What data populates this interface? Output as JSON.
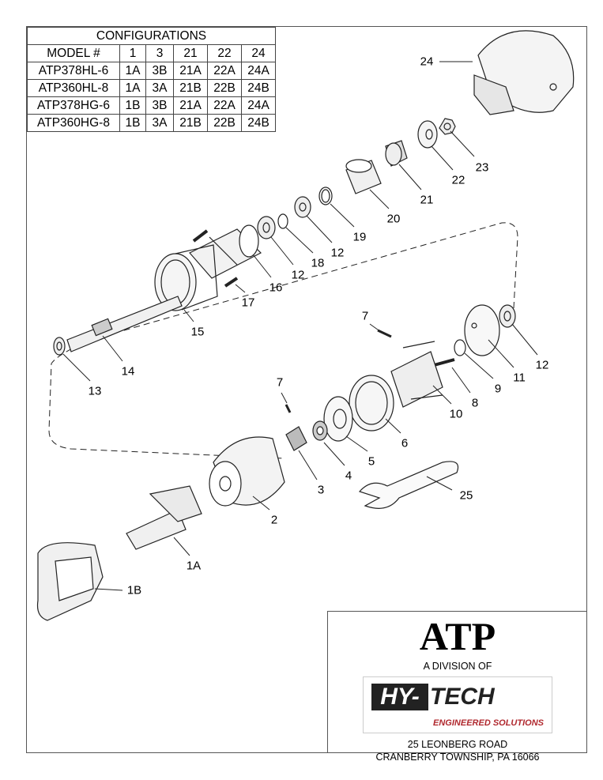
{
  "configurations": {
    "title": "CONFIGURATIONS",
    "headers": [
      "MODEL #",
      "1",
      "3",
      "21",
      "22",
      "24"
    ],
    "rows": [
      [
        "ATP378HL-6",
        "1A",
        "3B",
        "21A",
        "22A",
        "24A"
      ],
      [
        "ATP360HL-8",
        "1A",
        "3A",
        "21B",
        "22B",
        "24B"
      ],
      [
        "ATP378HG-6",
        "1B",
        "3B",
        "21A",
        "22A",
        "24A"
      ],
      [
        "ATP360HG-8",
        "1B",
        "3A",
        "21B",
        "22B",
        "24B"
      ]
    ]
  },
  "callouts": [
    "24",
    "23",
    "22",
    "21",
    "20",
    "19",
    "12",
    "18",
    "12",
    "16",
    "17",
    "15",
    "14",
    "13",
    "7",
    "12",
    "11",
    "9",
    "8",
    "10",
    "6",
    "7",
    "5",
    "4",
    "3",
    "2",
    "25",
    "1A",
    "1B"
  ],
  "title_block": {
    "brand": "ATP",
    "division": "A DIVISION OF",
    "logo_main_left": "HY-",
    "logo_main_right": "TECH",
    "logo_sub": "ENGINEERED SOLUTIONS",
    "address1": "25 LEONBERG ROAD",
    "address2": "CRANBERRY TOWNSHIP, PA 16066"
  },
  "colors": {
    "logo_red": "#b0282e",
    "logo_dark": "#222222"
  }
}
